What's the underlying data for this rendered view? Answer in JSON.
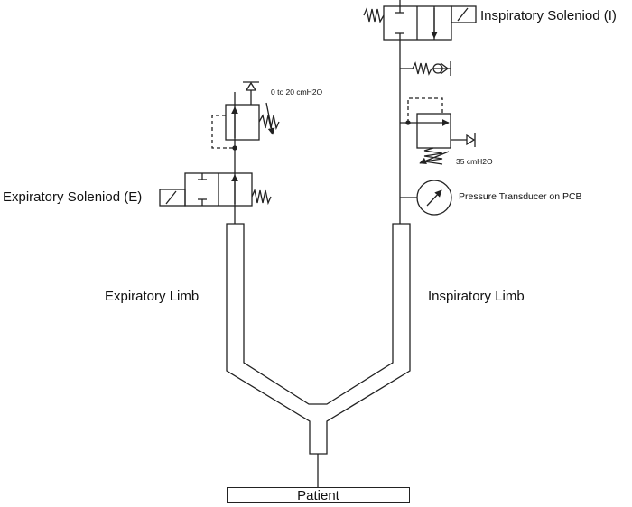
{
  "diagram": {
    "title": "",
    "labels": {
      "inspiratory_solenoid": "Inspiratory Soleniod (I)",
      "expiratory_solenoid": "Expiratory Soleniod (E)",
      "expiratory_relief_setting": "0 to 20 cmH2O",
      "inspiratory_relief_setting": "35 cmH2O",
      "pressure_transducer": "Pressure Transducer on PCB",
      "expiratory_limb": "Expiratory Limb",
      "inspiratory_limb": "Inspiratory Limb",
      "patient": "Patient"
    },
    "components": [
      {
        "id": "inspiratory-solenoid-valve",
        "type": "2-position solenoid valve, spring return"
      },
      {
        "id": "check-valve",
        "type": "spring-loaded check valve"
      },
      {
        "id": "inspiratory-relief-valve",
        "type": "pressure relief valve",
        "setting": "35 cmH2O"
      },
      {
        "id": "pressure-transducer",
        "type": "pressure gauge / transducer"
      },
      {
        "id": "expiratory-relief-valve",
        "type": "adjustable pressure relief valve",
        "setting": "0 to 20 cmH2O"
      },
      {
        "id": "expiratory-solenoid-valve",
        "type": "2-position solenoid valve, spring return"
      },
      {
        "id": "breathing-circuit",
        "type": "Y-piece tubing"
      },
      {
        "id": "patient",
        "type": "patient"
      }
    ],
    "colors": {
      "line": "#222222",
      "background": "#ffffff"
    }
  }
}
